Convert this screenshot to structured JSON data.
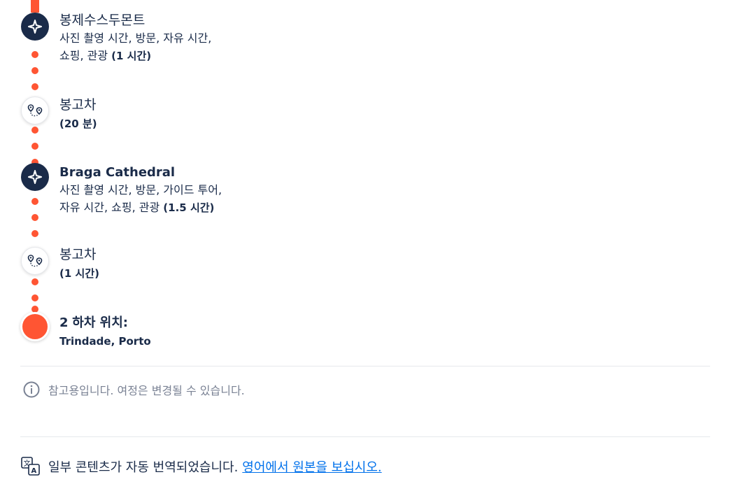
{
  "itinerary": {
    "stops": [
      {
        "title": "봉제수스두몬트",
        "desc_line1": "사진 촬영 시간, 방문, 자유 시간,",
        "desc_line2": "쇼핑, 관광",
        "duration": "(1 시간)",
        "icon": "attraction-star-icon"
      },
      {
        "title": "봉고차",
        "duration": "(20 분)",
        "icon": "route-pins-icon"
      },
      {
        "title": "Braga Cathedral",
        "desc_line1": "사진 촬영 시간, 방문, 가이드 투어,",
        "desc_line2": "자유 시간, 쇼핑, 관광",
        "duration": "(1.5 시간)",
        "icon": "attraction-star-icon"
      },
      {
        "title": "봉고차",
        "duration": "(1 시간)",
        "icon": "route-pins-icon"
      }
    ],
    "dropoff": {
      "number": "2",
      "label": "하차 위치:",
      "location": "Trindade, Porto"
    }
  },
  "note": {
    "text": "참고용입니다. 여정은 변경될 수 있습니다.",
    "icon": "info-icon"
  },
  "translation": {
    "text": "일부 콘텐츠가 자동 번역되었습니다.",
    "link": "영어에서 원본을 보십시오.",
    "icon": "translate-icon"
  },
  "colors": {
    "accent": "#ff5533",
    "navy": "#1a2b49",
    "link": "#0071eb",
    "muted": "#7a8294"
  }
}
